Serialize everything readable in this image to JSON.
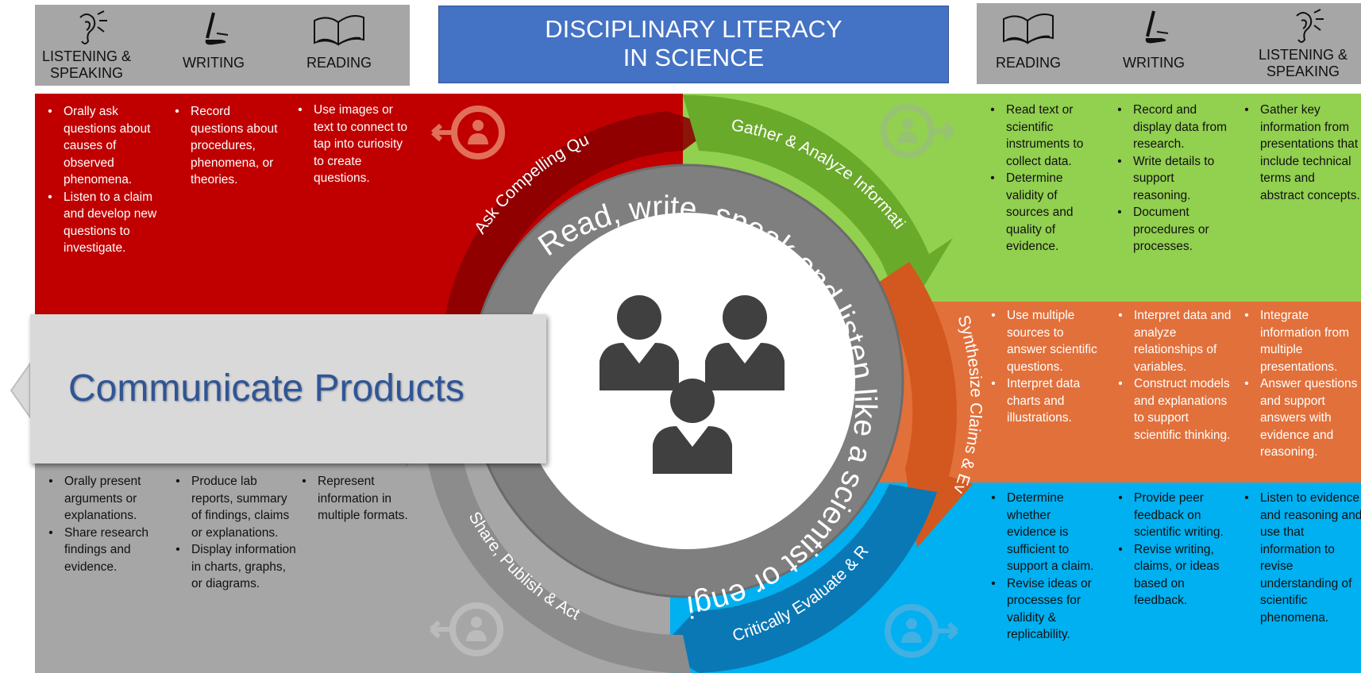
{
  "title": {
    "line1": "DISCIPLINARY LITERACY",
    "line2": "IN SCIENCE"
  },
  "left_header": [
    {
      "label_l1": "LISTENING &",
      "label_l2": "SPEAKING",
      "icon": "ear-icon"
    },
    {
      "label_l1": "WRITING",
      "label_l2": "",
      "icon": "pen-hand-icon"
    },
    {
      "label_l1": "READING",
      "label_l2": "",
      "icon": "open-book-icon"
    }
  ],
  "right_header": [
    {
      "label_l1": "READING",
      "label_l2": "",
      "icon": "open-book-icon"
    },
    {
      "label_l1": "WRITING",
      "label_l2": "",
      "icon": "pen-hand-icon"
    },
    {
      "label_l1": "LISTENING &",
      "label_l2": "SPEAKING",
      "icon": "ear-icon"
    }
  ],
  "colors": {
    "red": "#c00000",
    "green": "#92d050",
    "orange": "#e2703a",
    "blue": "#00b0f0",
    "gray": "#a6a6a6",
    "title_blue": "#4472c4",
    "ring": "#7f7f7f"
  },
  "center": {
    "ring_text": "Read, write, speak and listen like a scientist or engineer",
    "icon": "people-group-icon"
  },
  "phases": {
    "ask": "Ask Compelling Questions",
    "gather": "Gather & Analyze Information & Sources",
    "synthesize": "Synthesize Claims & Evidence",
    "evaluate": "Critically Evaluate & Revise",
    "share": "Share, Publish & Act",
    "communicate": "Communicate Products"
  },
  "red": [
    [
      "Orally ask questions about causes of observed phenomena.",
      "Listen to a claim and develop new questions to investigate."
    ],
    [
      "Record questions about procedures, phenomena, or theories."
    ],
    [
      "Use images or text to connect to tap into curiosity to create questions."
    ]
  ],
  "green": [
    [
      "Read text or scientific instruments to collect data.",
      "Determine validity of sources and quality of evidence."
    ],
    [
      "Record and display data from research.",
      "Write details to support reasoning.",
      "Document procedures or processes."
    ],
    [
      "Gather key information from presentations that include technical terms and abstract concepts."
    ]
  ],
  "orange": [
    [
      "Use multiple sources to answer scientific questions.",
      "Interpret data charts and illustrations."
    ],
    [
      "Interpret data and analyze relationships of variables.",
      "Construct models and explanations to support scientific thinking."
    ],
    [
      "Integrate information from multiple presentations.",
      "Answer questions and support answers with evidence and reasoning."
    ]
  ],
  "blue": [
    [
      "Determine whether evidence is sufficient to support a claim.",
      "Revise ideas or processes for validity & replicability."
    ],
    [
      "Provide peer feedback on scientific writing.",
      "Revise writing, claims, or ideas based on feedback."
    ],
    [
      "Listen to evidence and reasoning and use that information to revise understanding of scientific phenomena."
    ]
  ],
  "gray": [
    [
      "Orally present arguments or explanations.",
      "Share research findings and evidence."
    ],
    [
      "Produce lab reports, summary of findings, claims or explanations.",
      "Display information in charts, graphs, or diagrams."
    ],
    [
      "Represent information in multiple formats."
    ]
  ]
}
